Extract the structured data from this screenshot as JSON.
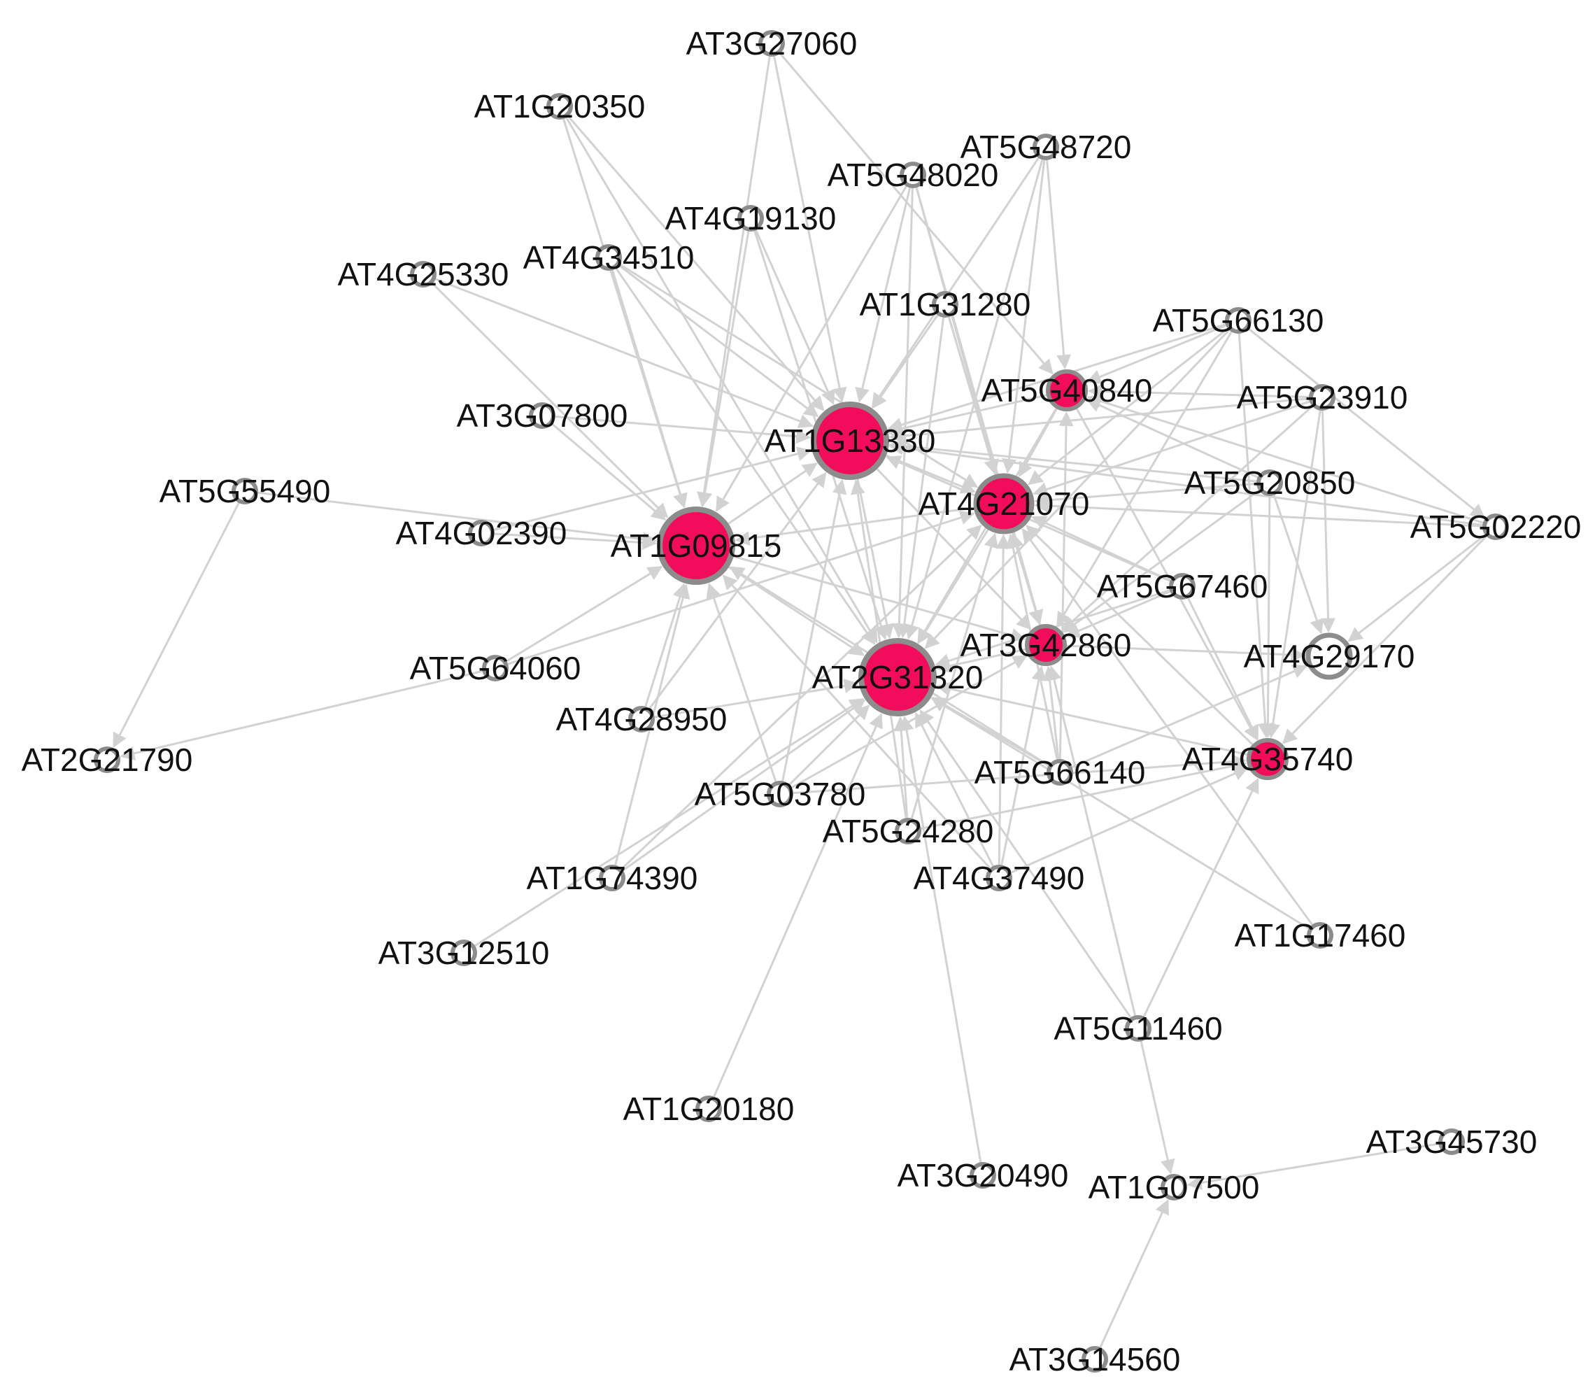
{
  "colors": {
    "highlight": "#F20C5C",
    "node_stroke": "#8c8c8c",
    "edge": "#d2d2d2",
    "plain_fill": "#ffffff"
  },
  "nodes": [
    {
      "id": "AT3G27060",
      "label": "AT3G27060",
      "kind": "plain"
    },
    {
      "id": "AT1G20350",
      "label": "AT1G20350",
      "kind": "plain"
    },
    {
      "id": "AT5G48720",
      "label": "AT5G48720",
      "kind": "plain"
    },
    {
      "id": "AT5G48020",
      "label": "AT5G48020",
      "kind": "plain"
    },
    {
      "id": "AT4G19130",
      "label": "AT4G19130",
      "kind": "plain"
    },
    {
      "id": "AT4G34510",
      "label": "AT4G34510",
      "kind": "plain"
    },
    {
      "id": "AT4G25330",
      "label": "AT4G25330",
      "kind": "plain"
    },
    {
      "id": "AT1G31280",
      "label": "AT1G31280",
      "kind": "plain"
    },
    {
      "id": "AT5G66130",
      "label": "AT5G66130",
      "kind": "plain"
    },
    {
      "id": "AT5G40840",
      "label": "AT5G40840",
      "kind": "highlight-small"
    },
    {
      "id": "AT5G23910",
      "label": "AT5G23910",
      "kind": "plain"
    },
    {
      "id": "AT3G07800",
      "label": "AT3G07800",
      "kind": "plain"
    },
    {
      "id": "AT1G13330",
      "label": "AT1G13330",
      "kind": "highlight-large"
    },
    {
      "id": "AT5G55490",
      "label": "AT5G55490",
      "kind": "plain"
    },
    {
      "id": "AT5G20850",
      "label": "AT5G20850",
      "kind": "plain"
    },
    {
      "id": "AT4G21070",
      "label": "AT4G21070",
      "kind": "highlight-medium"
    },
    {
      "id": "AT5G02220",
      "label": "AT5G02220",
      "kind": "plain"
    },
    {
      "id": "AT4G02390",
      "label": "AT4G02390",
      "kind": "plain"
    },
    {
      "id": "AT1G09815",
      "label": "AT1G09815",
      "kind": "highlight-large"
    },
    {
      "id": "AT5G67460",
      "label": "AT5G67460",
      "kind": "plain"
    },
    {
      "id": "AT3G42860",
      "label": "AT3G42860",
      "kind": "highlight-small"
    },
    {
      "id": "AT4G29170",
      "label": "AT4G29170",
      "kind": "ring"
    },
    {
      "id": "AT5G64060",
      "label": "AT5G64060",
      "kind": "plain"
    },
    {
      "id": "AT2G31320",
      "label": "AT2G31320",
      "kind": "highlight-large"
    },
    {
      "id": "AT4G28950",
      "label": "AT4G28950",
      "kind": "plain"
    },
    {
      "id": "AT2G21790",
      "label": "AT2G21790",
      "kind": "plain"
    },
    {
      "id": "AT5G66140",
      "label": "AT5G66140",
      "kind": "plain"
    },
    {
      "id": "AT4G35740",
      "label": "AT4G35740",
      "kind": "highlight-small"
    },
    {
      "id": "AT5G03780",
      "label": "AT5G03780",
      "kind": "plain"
    },
    {
      "id": "AT5G24280",
      "label": "AT5G24280",
      "kind": "plain"
    },
    {
      "id": "AT4G37490",
      "label": "AT4G37490",
      "kind": "plain"
    },
    {
      "id": "AT1G74390",
      "label": "AT1G74390",
      "kind": "plain"
    },
    {
      "id": "AT1G17460",
      "label": "AT1G17460",
      "kind": "plain"
    },
    {
      "id": "AT3G12510",
      "label": "AT3G12510",
      "kind": "plain"
    },
    {
      "id": "AT5G11460",
      "label": "AT5G11460",
      "kind": "plain"
    },
    {
      "id": "AT1G20180",
      "label": "AT1G20180",
      "kind": "plain"
    },
    {
      "id": "AT3G45730",
      "label": "AT3G45730",
      "kind": "plain"
    },
    {
      "id": "AT3G20490",
      "label": "AT3G20490",
      "kind": "plain"
    },
    {
      "id": "AT1G07500",
      "label": "AT1G07500",
      "kind": "plain"
    },
    {
      "id": "AT3G14560",
      "label": "AT3G14560",
      "kind": "plain"
    }
  ],
  "edges": [
    [
      "AT3G27060",
      "AT1G13330"
    ],
    [
      "AT3G27060",
      "AT1G09815"
    ],
    [
      "AT3G27060",
      "AT5G40840"
    ],
    [
      "AT1G20350",
      "AT1G09815"
    ],
    [
      "AT1G20350",
      "AT2G31320"
    ],
    [
      "AT1G20350",
      "AT1G13330"
    ],
    [
      "AT5G48720",
      "AT1G13330"
    ],
    [
      "AT5G48720",
      "AT4G21070"
    ],
    [
      "AT5G48720",
      "AT5G40840"
    ],
    [
      "AT5G48720",
      "AT2G31320"
    ],
    [
      "AT5G48020",
      "AT1G13330"
    ],
    [
      "AT5G48020",
      "AT1G09815"
    ],
    [
      "AT5G48020",
      "AT4G21070"
    ],
    [
      "AT5G48020",
      "AT3G42860"
    ],
    [
      "AT5G48020",
      "AT2G31320"
    ],
    [
      "AT4G19130",
      "AT1G09815"
    ],
    [
      "AT4G19130",
      "AT1G13330"
    ],
    [
      "AT4G19130",
      "AT2G31320"
    ],
    [
      "AT4G34510",
      "AT1G09815"
    ],
    [
      "AT4G34510",
      "AT1G13330"
    ],
    [
      "AT4G34510",
      "AT2G31320"
    ],
    [
      "AT4G34510",
      "AT4G21070"
    ],
    [
      "AT4G25330",
      "AT1G09815"
    ],
    [
      "AT4G25330",
      "AT1G13330"
    ],
    [
      "AT1G31280",
      "AT1G13330"
    ],
    [
      "AT1G31280",
      "AT4G21070"
    ],
    [
      "AT1G31280",
      "AT2G31320"
    ],
    [
      "AT1G31280",
      "AT3G42860"
    ],
    [
      "AT5G66130",
      "AT5G40840"
    ],
    [
      "AT5G66130",
      "AT4G21070"
    ],
    [
      "AT5G66130",
      "AT1G13330"
    ],
    [
      "AT5G66130",
      "AT3G42860"
    ],
    [
      "AT5G66130",
      "AT4G35740"
    ],
    [
      "AT5G66130",
      "AT5G02220"
    ],
    [
      "AT5G66130",
      "AT2G31320"
    ],
    [
      "AT5G40840",
      "AT1G13330"
    ],
    [
      "AT5G40840",
      "AT4G21070"
    ],
    [
      "AT5G40840",
      "AT2G31320"
    ],
    [
      "AT5G40840",
      "AT4G35740"
    ],
    [
      "AT5G23910",
      "AT5G40840"
    ],
    [
      "AT5G23910",
      "AT4G21070"
    ],
    [
      "AT5G23910",
      "AT1G13330"
    ],
    [
      "AT5G23910",
      "AT4G29170"
    ],
    [
      "AT5G23910",
      "AT4G35740"
    ],
    [
      "AT5G23910",
      "AT3G42860"
    ],
    [
      "AT3G07800",
      "AT1G13330"
    ],
    [
      "AT3G07800",
      "AT1G09815"
    ],
    [
      "AT1G13330",
      "AT2G31320"
    ],
    [
      "AT1G13330",
      "AT4G21070"
    ],
    [
      "AT1G13330",
      "AT3G42860"
    ],
    [
      "AT5G55490",
      "AT1G09815"
    ],
    [
      "AT5G55490",
      "AT2G21790"
    ],
    [
      "AT5G20850",
      "AT4G21070"
    ],
    [
      "AT5G20850",
      "AT1G13330"
    ],
    [
      "AT5G20850",
      "AT4G29170"
    ],
    [
      "AT5G20850",
      "AT4G35740"
    ],
    [
      "AT5G20850",
      "AT3G42860"
    ],
    [
      "AT5G20850",
      "AT5G40840"
    ],
    [
      "AT4G21070",
      "AT1G09815"
    ],
    [
      "AT4G21070",
      "AT2G31320"
    ],
    [
      "AT4G21070",
      "AT3G42860"
    ],
    [
      "AT5G02220",
      "AT4G21070"
    ],
    [
      "AT5G02220",
      "AT4G29170"
    ],
    [
      "AT5G02220",
      "AT4G35740"
    ],
    [
      "AT5G02220",
      "AT5G40840"
    ],
    [
      "AT5G02220",
      "AT1G13330"
    ],
    [
      "AT4G02390",
      "AT1G09815"
    ],
    [
      "AT4G02390",
      "AT1G13330"
    ],
    [
      "AT1G09815",
      "AT1G13330"
    ],
    [
      "AT1G09815",
      "AT2G31320"
    ],
    [
      "AT1G09815",
      "AT3G42860"
    ],
    [
      "AT5G67460",
      "AT4G21070"
    ],
    [
      "AT5G67460",
      "AT2G31320"
    ],
    [
      "AT5G67460",
      "AT3G42860"
    ],
    [
      "AT5G67460",
      "AT4G35740"
    ],
    [
      "AT5G67460",
      "AT1G13330"
    ],
    [
      "AT3G42860",
      "AT2G31320"
    ],
    [
      "AT3G42860",
      "AT4G21070"
    ],
    [
      "AT3G42860",
      "AT4G29170"
    ],
    [
      "AT5G64060",
      "AT1G09815"
    ],
    [
      "AT5G64060",
      "AT2G21790"
    ],
    [
      "AT5G64060",
      "AT4G21070"
    ],
    [
      "AT4G28950",
      "AT1G09815"
    ],
    [
      "AT4G28950",
      "AT2G31320"
    ],
    [
      "AT4G28950",
      "AT1G13330"
    ],
    [
      "AT5G66140",
      "AT2G31320"
    ],
    [
      "AT5G66140",
      "AT4G21070"
    ],
    [
      "AT5G66140",
      "AT3G42860"
    ],
    [
      "AT5G66140",
      "AT4G29170"
    ],
    [
      "AT5G66140",
      "AT1G09815"
    ],
    [
      "AT5G66140",
      "AT5G40840"
    ],
    [
      "AT4G35740",
      "AT2G31320"
    ],
    [
      "AT4G35740",
      "AT4G21070"
    ],
    [
      "AT5G03780",
      "AT1G09815"
    ],
    [
      "AT5G03780",
      "AT2G31320"
    ],
    [
      "AT5G03780",
      "AT1G13330"
    ],
    [
      "AT5G03780",
      "AT3G42860"
    ],
    [
      "AT5G03780",
      "AT4G35740"
    ],
    [
      "AT5G24280",
      "AT2G31320"
    ],
    [
      "AT5G24280",
      "AT4G21070"
    ],
    [
      "AT5G24280",
      "AT4G35740"
    ],
    [
      "AT5G24280",
      "AT1G13330"
    ],
    [
      "AT4G37490",
      "AT2G31320"
    ],
    [
      "AT4G37490",
      "AT4G35740"
    ],
    [
      "AT4G37490",
      "AT3G42860"
    ],
    [
      "AT4G37490",
      "AT1G09815"
    ],
    [
      "AT4G37490",
      "AT4G21070"
    ],
    [
      "AT1G74390",
      "AT1G09815"
    ],
    [
      "AT1G74390",
      "AT2G31320"
    ],
    [
      "AT1G74390",
      "AT4G21070"
    ],
    [
      "AT1G17460",
      "AT2G31320"
    ],
    [
      "AT1G17460",
      "AT4G21070"
    ],
    [
      "AT3G12510",
      "AT2G31320"
    ],
    [
      "AT5G11460",
      "AT4G35740"
    ],
    [
      "AT5G11460",
      "AT2G31320"
    ],
    [
      "AT5G11460",
      "AT3G42860"
    ],
    [
      "AT5G11460",
      "AT1G07500"
    ],
    [
      "AT1G20180",
      "AT2G31320"
    ],
    [
      "AT3G20490",
      "AT2G31320"
    ],
    [
      "AT3G45730",
      "AT1G07500"
    ],
    [
      "AT3G14560",
      "AT1G07500"
    ]
  ]
}
